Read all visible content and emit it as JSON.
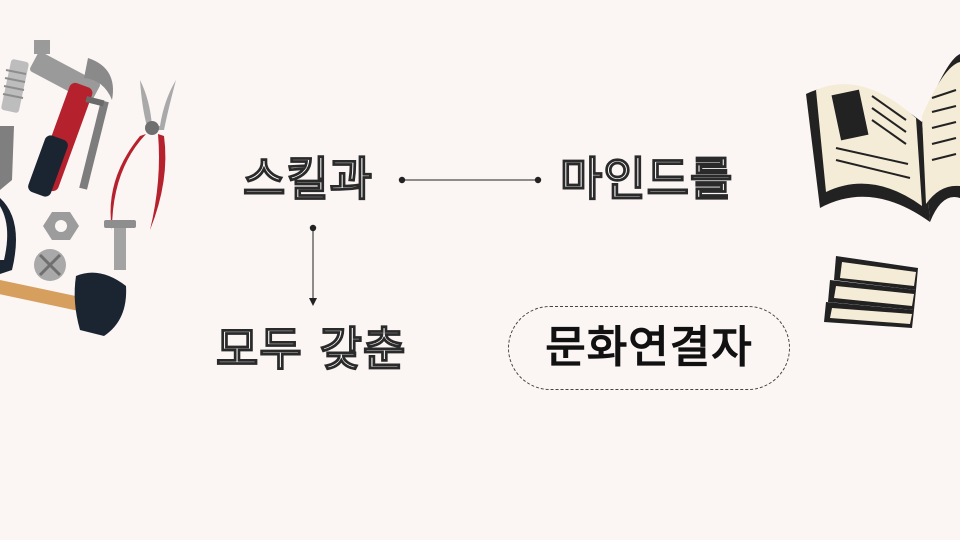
{
  "words": {
    "skill": "스킬과",
    "mind": "마인드를",
    "all_equipped": "모두 갖춘",
    "highlight": "문화연결자"
  },
  "icons": {
    "left": "tools-illustration",
    "right": "books-illustration"
  },
  "colors": {
    "background": "#fbf5f4",
    "text_outline": "#2a2a2a",
    "accent_red": "#b5222d",
    "navy": "#1b2431"
  }
}
